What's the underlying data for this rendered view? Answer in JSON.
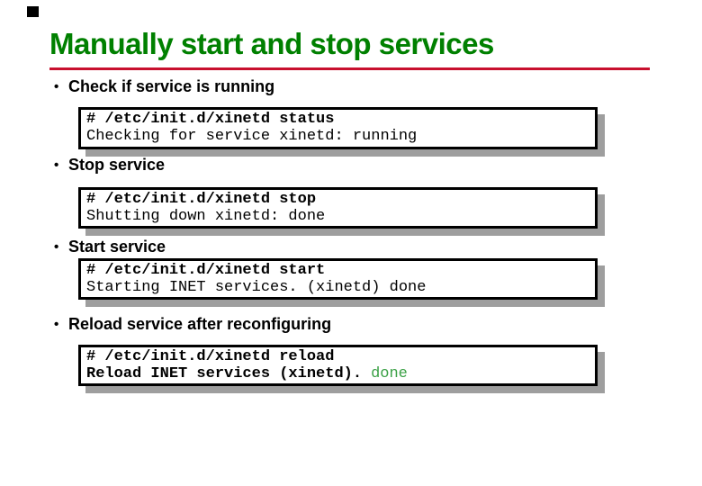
{
  "title": {
    "text": "Manually start and stop services"
  },
  "colors": {
    "title_green": "#008000",
    "rule_red": "#C8102E",
    "done_green": "#3AA045",
    "box_border": "#000000",
    "box_shadow_gray": "#9E9E9E",
    "marker_black": "#000000"
  },
  "ui": {
    "bullet_glyph": "•"
  },
  "sections": [
    {
      "bullet": "Check if service is running",
      "command": "# /etc/init.d/xinetd status",
      "output": "Checking for service xinetd: running",
      "status": ""
    },
    {
      "bullet": "Stop service",
      "command": "# /etc/init.d/xinetd stop",
      "output": "Shutting down xinetd: done",
      "status": ""
    },
    {
      "bullet": "Start service",
      "command": "# /etc/init.d/xinetd start",
      "output": "Starting INET services. (xinetd) done",
      "status": ""
    },
    {
      "bullet": "Reload service after reconfiguring",
      "command": "# /etc/init.d/xinetd reload",
      "output": "Reload INET services (xinetd).",
      "status": "done"
    }
  ]
}
